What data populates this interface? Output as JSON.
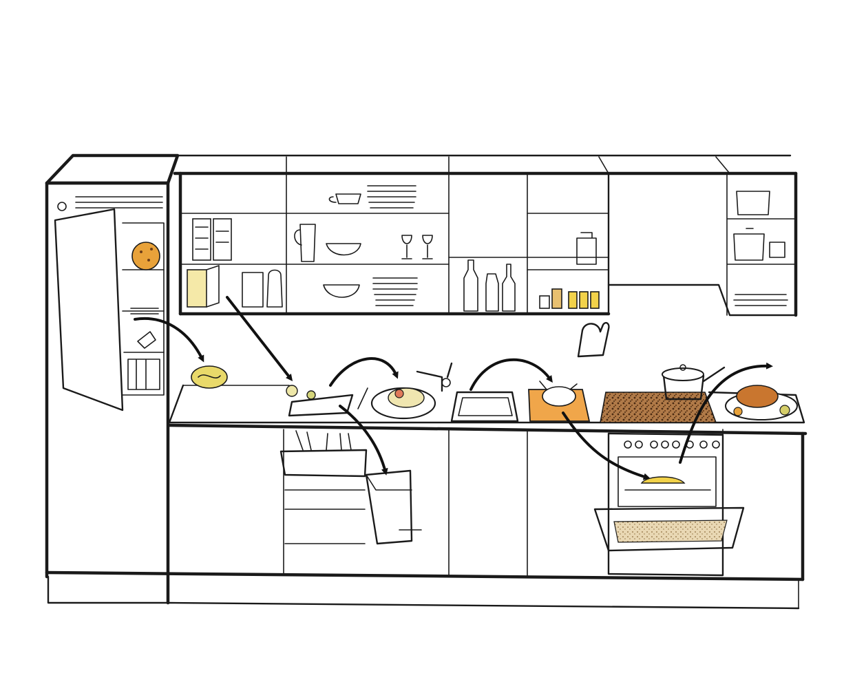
{
  "colors": {
    "ink": "#1a1a1a",
    "food_yellow": "#f2d24a",
    "food_orange": "#e8a23a",
    "roast_brown": "#c9762f",
    "worktop_speckle": "#7a4a22",
    "background": "#ffffff"
  },
  "items": [
    "fridge",
    "bread",
    "upper-cabinets",
    "plates-stack",
    "cups",
    "jug",
    "bowls",
    "wine-glasses",
    "bottles",
    "canisters",
    "spice-jars",
    "oven-mitt",
    "vegetables",
    "cutting-board",
    "colander",
    "sink",
    "tap",
    "prep-board",
    "chicken",
    "worktop-speckled",
    "saucepan",
    "roast-chicken",
    "cutlery-drawer",
    "drawers",
    "bin",
    "oven",
    "oven-door",
    "base-cabinets"
  ],
  "flow_steps": [
    {
      "from": "fridge",
      "to": "worktop"
    },
    {
      "from": "cupboard",
      "to": "cutting-board"
    },
    {
      "from": "cutting-board",
      "to": "colander"
    },
    {
      "from": "cutting-board",
      "to": "bin"
    },
    {
      "from": "sink",
      "to": "prep-board"
    },
    {
      "from": "prep-board",
      "to": "oven"
    },
    {
      "from": "oven",
      "to": "serving-plate"
    }
  ]
}
